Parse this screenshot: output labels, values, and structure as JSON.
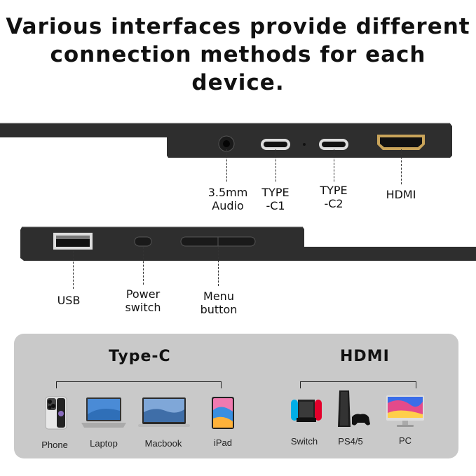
{
  "headline": {
    "line1": "Various interfaces provide different",
    "line2": "connection methods for each device."
  },
  "top_ports": {
    "audio": {
      "line1": "3.5mm",
      "line2": "Audio"
    },
    "typec1": {
      "line1": "TYPE",
      "line2": "-C1"
    },
    "typec2": {
      "line1": "TYPE",
      "line2": "-C2"
    },
    "hdmi": "HDMI"
  },
  "bottom_ports": {
    "usb": "USB",
    "power": {
      "line1": "Power",
      "line2": "switch"
    },
    "menu": {
      "line1": "Menu",
      "line2": "button"
    }
  },
  "compat": {
    "typec_title": "Type-C",
    "hdmi_title": "HDMI",
    "typec_devices": [
      "Phone",
      "Laptop",
      "Macbook",
      "iPad"
    ],
    "hdmi_devices": [
      "Switch",
      "PS4/5",
      "PC"
    ]
  },
  "colors": {
    "device_body": "#2f2f2f",
    "panel_bg": "#c9c9c9",
    "switch_red": "#e4002b",
    "switch_blue": "#00aee6"
  }
}
